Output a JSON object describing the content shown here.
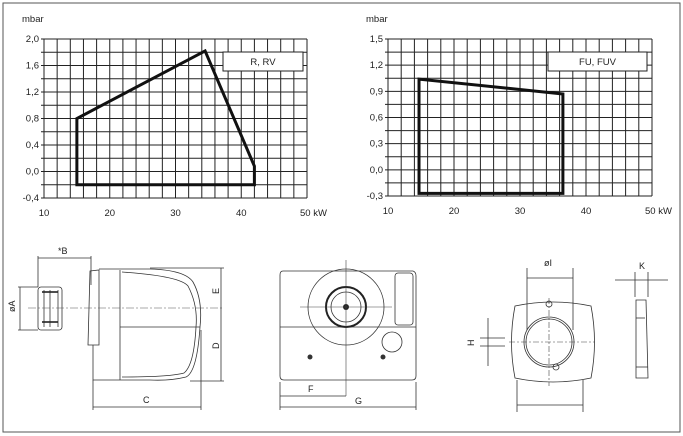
{
  "chart_data": [
    {
      "type": "area",
      "title": "R, RV",
      "legend": "R, RV",
      "legend_position": "top-right",
      "xlabel": "kW",
      "ylabel": "mbar",
      "xlim": [
        10,
        50
      ],
      "ylim": [
        -0.4,
        2.0
      ],
      "grid": true,
      "x_grid_step": 2,
      "y_grid_step": 0.2,
      "x_ticks": [
        10,
        20,
        30,
        40,
        50
      ],
      "x_tick_labels": [
        "10",
        "20",
        "30",
        "40",
        "50 kW"
      ],
      "y_ticks": [
        2.0,
        1.6,
        1.2,
        0.8,
        0.4,
        0.0,
        -0.4
      ],
      "y_tick_labels": [
        "2,0",
        "1,6",
        "1,2",
        "0,8",
        "0,4",
        "0,0",
        "-0,4"
      ],
      "polygon": [
        [
          15,
          -0.2
        ],
        [
          15,
          0.8
        ],
        [
          34.5,
          1.82
        ],
        [
          42,
          0.08
        ],
        [
          42,
          -0.2
        ]
      ]
    },
    {
      "type": "area",
      "title": "FU, FUV",
      "legend": "FU, FUV",
      "legend_position": "top-right",
      "xlabel": "kW",
      "ylabel": "mbar",
      "xlim": [
        10,
        50
      ],
      "ylim": [
        -0.3,
        1.5
      ],
      "grid": true,
      "x_grid_step": 2,
      "y_grid_step": 0.15,
      "x_ticks": [
        10,
        20,
        30,
        40,
        50
      ],
      "x_tick_labels": [
        "10",
        "20",
        "30",
        "40",
        "50 kW"
      ],
      "y_ticks": [
        1.5,
        1.2,
        0.9,
        0.6,
        0.3,
        0.0,
        -0.3
      ],
      "y_tick_labels": [
        "1,5",
        "1,2",
        "0,9",
        "0,6",
        "0,3",
        "0,0",
        "-0,3"
      ],
      "polygon": [
        [
          14.7,
          -0.27
        ],
        [
          14.7,
          1.04
        ],
        [
          36.5,
          0.87
        ],
        [
          36.5,
          -0.27
        ]
      ]
    }
  ],
  "dimensions": {
    "a": "øA",
    "b": "*B",
    "c": "C",
    "d": "D",
    "e": "E",
    "f": "F",
    "g": "G",
    "h": "H",
    "i": "øI",
    "k": "K"
  }
}
